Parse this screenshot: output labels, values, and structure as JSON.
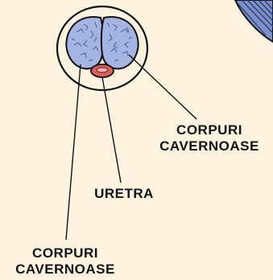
{
  "labels": {
    "corpuri_right": {
      "line1": "CORPURI",
      "line2": "CAVERNOASE"
    },
    "uretra": "URETRA",
    "corpuri_bottom": {
      "line1": "CORPURI",
      "line2": "CAVERNOASE"
    }
  },
  "colors": {
    "background": "#fdf3df",
    "erectile_tissue": "#a5b4e0",
    "erectile_texture": "#4a5a96",
    "urethra_fill": "#d95f5f",
    "urethra_center": "#f2b0b0",
    "outline": "#121212",
    "vessel_stripes": "#7c90cc"
  }
}
